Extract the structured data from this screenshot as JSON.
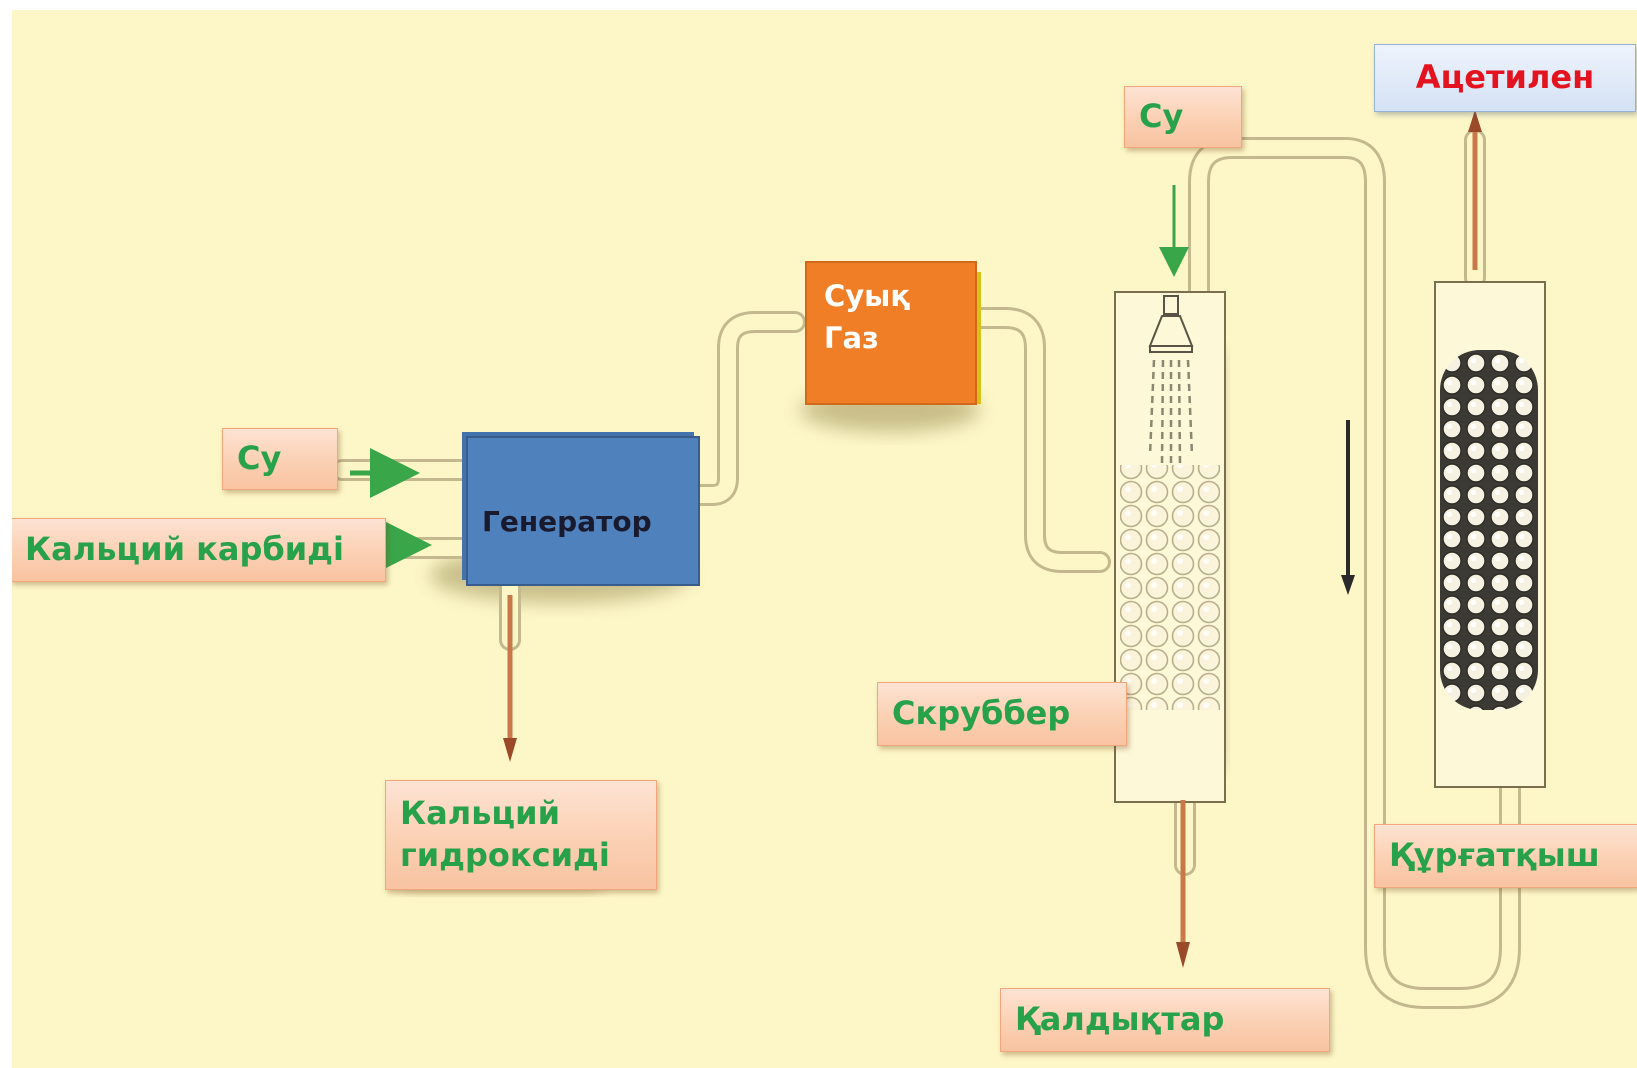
{
  "labels": {
    "water_left": "Су",
    "calcium_carbide": "Кальций карбиді",
    "generator": "Генератор",
    "calcium_hydroxide_line1": "Кальций",
    "calcium_hydroxide_line2": "гидроксиді",
    "cold_gas_line1": "Суық",
    "cold_gas_line2": "Газ",
    "water_top": "Су",
    "scrubber": "Скруббер",
    "residues": "Қалдықтар",
    "acetylene": "Ацетилен",
    "dryer": "Құрғатқыш"
  },
  "colors": {
    "background": "#fdf7c7",
    "label_text_green": "#27a24a",
    "acetylene_text_red": "#e3141f",
    "generator_box": "#4f81bd",
    "cold_gas_box": "#f07e26",
    "peach_label": "#fbd0b3",
    "flow_arrow_green": "#3aa64a",
    "outflow_arrow_brown": "#9a4a28"
  }
}
